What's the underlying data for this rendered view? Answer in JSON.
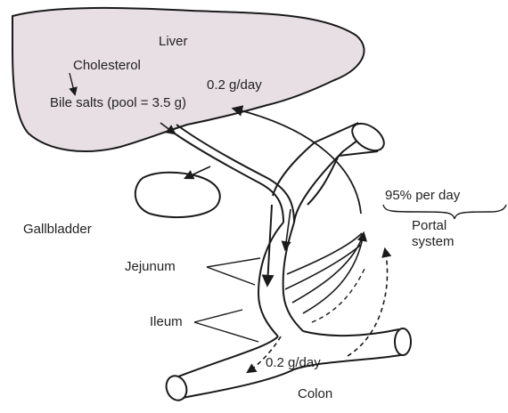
{
  "diagram": {
    "labels": {
      "liver": "Liver",
      "cholesterol": "Cholesterol",
      "bile_salts": "Bile salts (pool = 3.5 g)",
      "synthesis_rate": "0.2 g/day",
      "reabsorption": "95% per day",
      "portal_line1": "Portal",
      "portal_line2": "system",
      "gallbladder": "Gallbladder",
      "jejunum": "Jejunum",
      "ileum": "Ileum",
      "excretion_rate": "0.2 g/day",
      "colon": "Colon"
    },
    "colors": {
      "liver_fill": "#e8dfe5",
      "stroke": "#1a1a1a",
      "background": "#ffffff"
    }
  }
}
